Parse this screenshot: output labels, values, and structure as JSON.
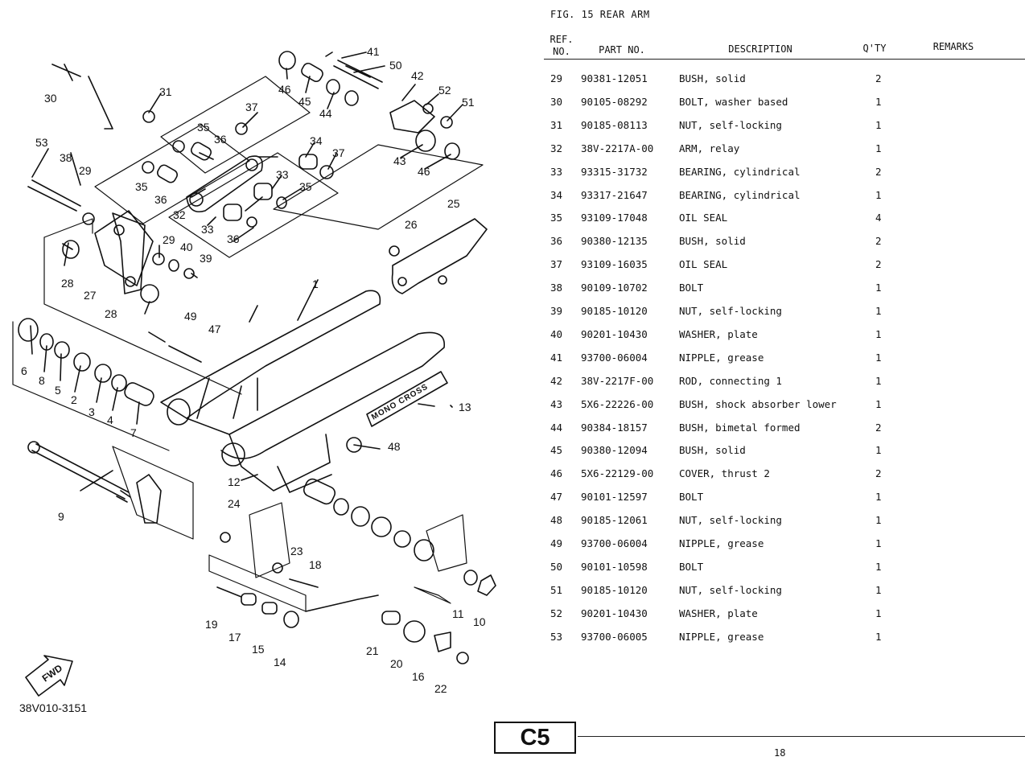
{
  "figure": {
    "title": "FIG. 15  REAR ARM",
    "drawing_code": "38V010-3151",
    "fwd_label": "FWD",
    "mono_cross_label": "MONO CROSS",
    "callouts": [
      "1",
      "2",
      "3",
      "4",
      "5",
      "6",
      "7",
      "8",
      "9",
      "10",
      "11",
      "12",
      "13",
      "14",
      "15",
      "16",
      "17",
      "18",
      "19",
      "20",
      "21",
      "22",
      "23",
      "24",
      "25",
      "26",
      "27",
      "28",
      "29",
      "30",
      "31",
      "32",
      "33",
      "34",
      "35",
      "36",
      "37",
      "38",
      "39",
      "40",
      "41",
      "42",
      "43",
      "44",
      "45",
      "46",
      "47",
      "48",
      "49",
      "50",
      "51",
      "52",
      "53"
    ]
  },
  "table": {
    "headers": {
      "ref_line1": "REF.",
      "ref_line2": "NO.",
      "part_no": "PART NO.",
      "description": "DESCRIPTION",
      "qty": "Q'TY",
      "remarks": "REMARKS"
    },
    "rows": [
      {
        "ref": "29",
        "part": "90381-12051",
        "desc": "BUSH, solid",
        "qty": "2"
      },
      {
        "ref": "30",
        "part": "90105-08292",
        "desc": "BOLT, washer based",
        "qty": "1"
      },
      {
        "ref": "31",
        "part": "90185-08113",
        "desc": "NUT, self-locking",
        "qty": "1"
      },
      {
        "ref": "32",
        "part": "38V-2217A-00",
        "desc": "ARM, relay",
        "qty": "1"
      },
      {
        "ref": "33",
        "part": "93315-31732",
        "desc": "BEARING, cylindrical",
        "qty": "2"
      },
      {
        "ref": "34",
        "part": "93317-21647",
        "desc": "BEARING, cylindrical",
        "qty": "1"
      },
      {
        "ref": "35",
        "part": "93109-17048",
        "desc": "OIL SEAL",
        "qty": "4"
      },
      {
        "ref": "36",
        "part": "90380-12135",
        "desc": "BUSH, solid",
        "qty": "2"
      },
      {
        "ref": "37",
        "part": "93109-16035",
        "desc": "OIL SEAL",
        "qty": "2"
      },
      {
        "ref": "38",
        "part": "90109-10702",
        "desc": "BOLT",
        "qty": "1"
      },
      {
        "ref": "39",
        "part": "90185-10120",
        "desc": "NUT, self-locking",
        "qty": "1"
      },
      {
        "ref": "40",
        "part": "90201-10430",
        "desc": "WASHER, plate",
        "qty": "1"
      },
      {
        "ref": "41",
        "part": "93700-06004",
        "desc": "NIPPLE, grease",
        "qty": "1"
      },
      {
        "ref": "42",
        "part": "38V-2217F-00",
        "desc": "ROD, connecting 1",
        "qty": "1"
      },
      {
        "ref": "43",
        "part": "5X6-22226-00",
        "desc": "BUSH, shock absorber lower",
        "qty": "1"
      },
      {
        "ref": "44",
        "part": "90384-18157",
        "desc": "BUSH, bimetal formed",
        "qty": "2"
      },
      {
        "ref": "45",
        "part": "90380-12094",
        "desc": "BUSH, solid",
        "qty": "1"
      },
      {
        "ref": "46",
        "part": "5X6-22129-00",
        "desc": "COVER, thrust 2",
        "qty": "2"
      },
      {
        "ref": "47",
        "part": "90101-12597",
        "desc": "BOLT",
        "qty": "1"
      },
      {
        "ref": "48",
        "part": "90185-12061",
        "desc": "NUT, self-locking",
        "qty": "1"
      },
      {
        "ref": "49",
        "part": "93700-06004",
        "desc": "NIPPLE, grease",
        "qty": "1"
      },
      {
        "ref": "50",
        "part": "90101-10598",
        "desc": "BOLT",
        "qty": "1"
      },
      {
        "ref": "51",
        "part": "90185-10120",
        "desc": "NUT, self-locking",
        "qty": "1"
      },
      {
        "ref": "52",
        "part": "90201-10430",
        "desc": "WASHER, plate",
        "qty": "1"
      },
      {
        "ref": "53",
        "part": "93700-06005",
        "desc": "NIPPLE, grease",
        "qty": "1"
      }
    ]
  },
  "footer": {
    "section_code": "C5",
    "page_number": "18"
  }
}
